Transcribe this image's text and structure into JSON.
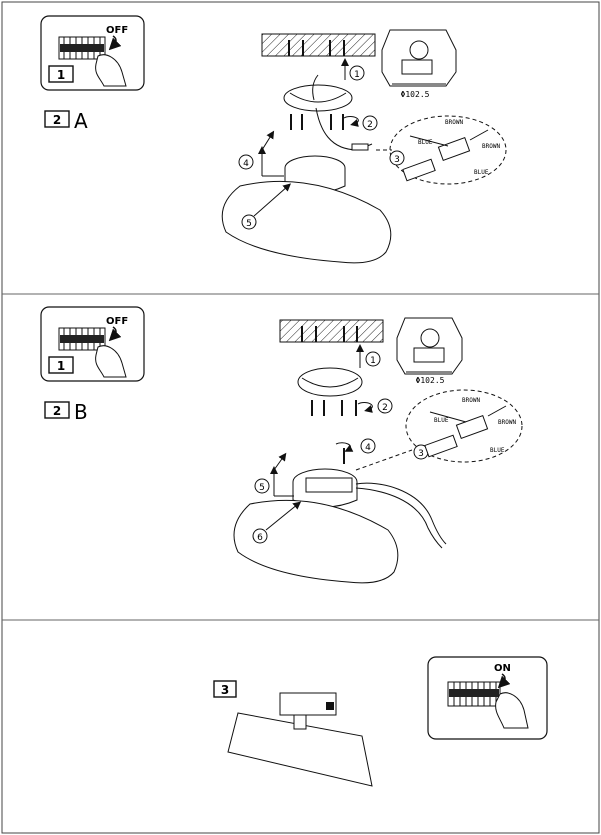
{
  "section_a": {
    "step_off": "1",
    "off_label": "OFF",
    "step_variant": "2",
    "variant_letter": "A",
    "dimension": "Φ102.5",
    "callouts": [
      "1",
      "2",
      "3",
      "4",
      "5"
    ],
    "wire_labels": [
      "BROWN",
      "BLUE",
      "BROWN",
      "BLUE"
    ]
  },
  "section_b": {
    "step_off": "1",
    "off_label": "OFF",
    "step_variant": "2",
    "variant_letter": "B",
    "dimension": "Φ102.5",
    "callouts": [
      "1",
      "2",
      "3",
      "4",
      "5",
      "6"
    ],
    "wire_labels": [
      "BROWN",
      "BLUE",
      "BROWN",
      "BLUE"
    ]
  },
  "section_c": {
    "step": "3",
    "on_label": "ON"
  },
  "icons": [
    "breaker-switch-icon",
    "hand-icon",
    "ceiling-hatch-icon",
    "screw-icon",
    "rotate-arrow-icon",
    "terminal-block-icon",
    "lamp-shade-icon"
  ]
}
